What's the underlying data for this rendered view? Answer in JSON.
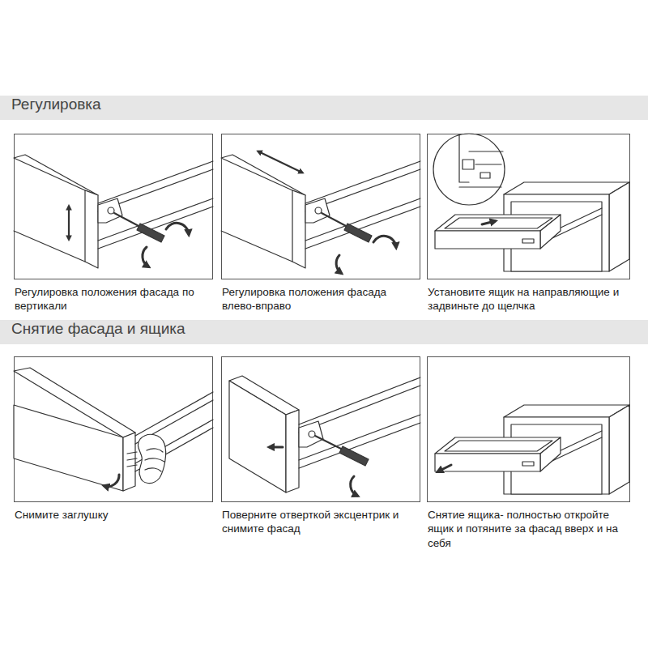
{
  "diagram": {
    "nodes": [
      {
        "text": [
          "Регулировка"
        ]
      },
      {
        "text": [
          "Регулировка положения фасада по вертикали"
        ]
      },
      {
        "text": [
          "Регулировка положения фасада влево-вправо"
        ]
      },
      {
        "text": [
          "Установите ящик на направляющие и задвиньте до щелчка"
        ]
      },
      {
        "text": [
          "Снятие фасада и ящика"
        ]
      },
      {
        "text": [
          "Снимите заглушку"
        ]
      },
      {
        "text": [
          "Поверните отверткой эксцентрик и снимите фасад"
        ]
      },
      {
        "text": [
          "Снятие ящика- полностью откройте ящик и потяните за фасад вверх и на себя"
        ]
      }
    ]
  }
}
